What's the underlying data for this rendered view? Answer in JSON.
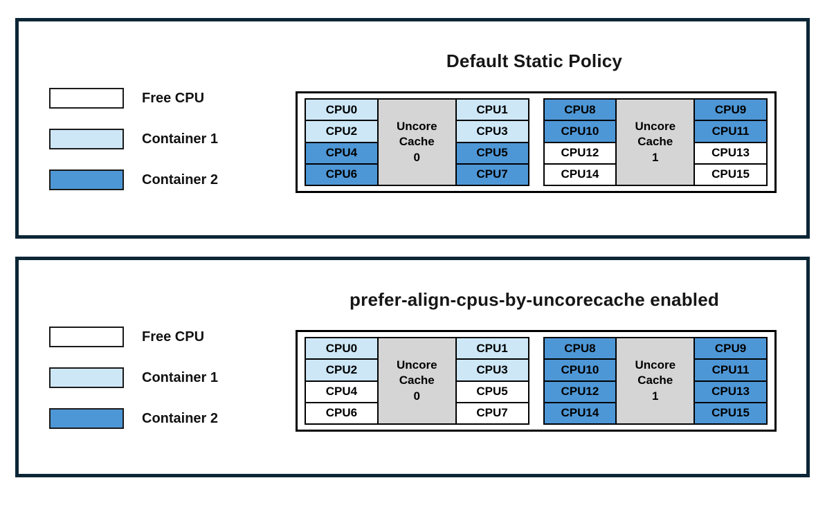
{
  "colors": {
    "free_cpu": "#FFFFFF",
    "container1": "#CDE7F7",
    "container2": "#4E97D6",
    "uncore_cache": "#D5D5D5",
    "panel_border": "#0C2636"
  },
  "legend": {
    "items": [
      {
        "label": "Free CPU",
        "state": "free_cpu"
      },
      {
        "label": "Container 1",
        "state": "container1"
      },
      {
        "label": "Container 2",
        "state": "container2"
      }
    ]
  },
  "panels": [
    {
      "title": "Default Static Policy",
      "uncore_groups": [
        {
          "cache_label_lines": [
            "Uncore",
            "Cache",
            "0"
          ],
          "left_cpus": [
            {
              "label": "CPU0",
              "state": "container1"
            },
            {
              "label": "CPU2",
              "state": "container1"
            },
            {
              "label": "CPU4",
              "state": "container2"
            },
            {
              "label": "CPU6",
              "state": "container2"
            }
          ],
          "right_cpus": [
            {
              "label": "CPU1",
              "state": "container1"
            },
            {
              "label": "CPU3",
              "state": "container1"
            },
            {
              "label": "CPU5",
              "state": "container2"
            },
            {
              "label": "CPU7",
              "state": "container2"
            }
          ]
        },
        {
          "cache_label_lines": [
            "Uncore",
            "Cache",
            "1"
          ],
          "left_cpus": [
            {
              "label": "CPU8",
              "state": "container2"
            },
            {
              "label": "CPU10",
              "state": "container2"
            },
            {
              "label": "CPU12",
              "state": "free_cpu"
            },
            {
              "label": "CPU14",
              "state": "free_cpu"
            }
          ],
          "right_cpus": [
            {
              "label": "CPU9",
              "state": "container2"
            },
            {
              "label": "CPU11",
              "state": "container2"
            },
            {
              "label": "CPU13",
              "state": "free_cpu"
            },
            {
              "label": "CPU15",
              "state": "free_cpu"
            }
          ]
        }
      ]
    },
    {
      "title": "prefer-align-cpus-by-uncorecache enabled",
      "uncore_groups": [
        {
          "cache_label_lines": [
            "Uncore",
            "Cache",
            "0"
          ],
          "left_cpus": [
            {
              "label": "CPU0",
              "state": "container1"
            },
            {
              "label": "CPU2",
              "state": "container1"
            },
            {
              "label": "CPU4",
              "state": "free_cpu"
            },
            {
              "label": "CPU6",
              "state": "free_cpu"
            }
          ],
          "right_cpus": [
            {
              "label": "CPU1",
              "state": "container1"
            },
            {
              "label": "CPU3",
              "state": "container1"
            },
            {
              "label": "CPU5",
              "state": "free_cpu"
            },
            {
              "label": "CPU7",
              "state": "free_cpu"
            }
          ]
        },
        {
          "cache_label_lines": [
            "Uncore",
            "Cache",
            "1"
          ],
          "left_cpus": [
            {
              "label": "CPU8",
              "state": "container2"
            },
            {
              "label": "CPU10",
              "state": "container2"
            },
            {
              "label": "CPU12",
              "state": "container2"
            },
            {
              "label": "CPU14",
              "state": "container2"
            }
          ],
          "right_cpus": [
            {
              "label": "CPU9",
              "state": "container2"
            },
            {
              "label": "CPU11",
              "state": "container2"
            },
            {
              "label": "CPU13",
              "state": "container2"
            },
            {
              "label": "CPU15",
              "state": "container2"
            }
          ]
        }
      ]
    }
  ]
}
